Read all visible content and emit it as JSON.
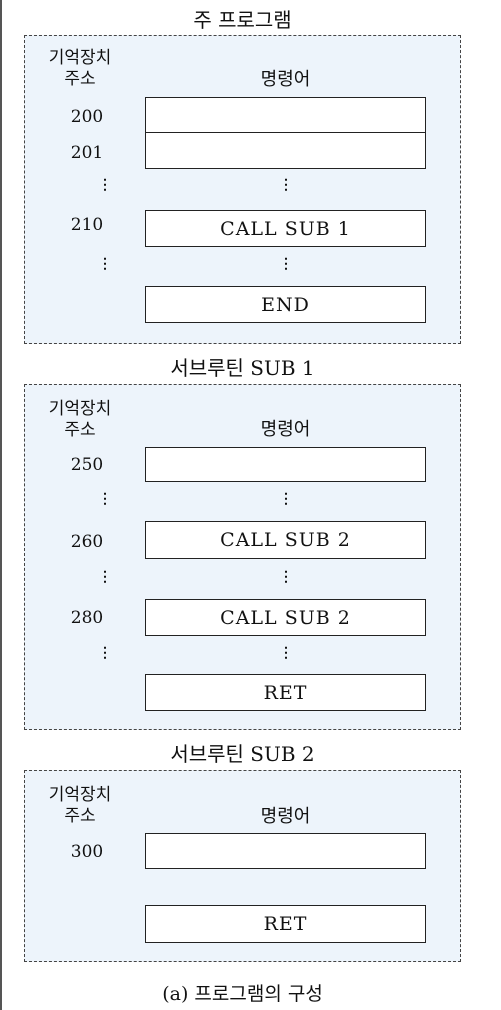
{
  "main": {
    "title": "주 프로그램",
    "addr_header_1": "기억장치",
    "addr_header_2": "주소",
    "instr_header": "명령어",
    "rows": [
      {
        "addr": "200",
        "instr": ""
      },
      {
        "addr": "201",
        "instr": ""
      },
      {
        "addr": "210",
        "instr": "CALL SUB 1"
      },
      {
        "addr": "",
        "instr": "END"
      }
    ]
  },
  "sub1": {
    "title": "서브루틴 SUB 1",
    "addr_header_1": "기억장치",
    "addr_header_2": "주소",
    "instr_header": "명령어",
    "rows": [
      {
        "addr": "250",
        "instr": ""
      },
      {
        "addr": "260",
        "instr": "CALL SUB 2"
      },
      {
        "addr": "280",
        "instr": "CALL SUB 2"
      },
      {
        "addr": "",
        "instr": "RET"
      }
    ]
  },
  "sub2": {
    "title": "서브루틴 SUB 2",
    "addr_header_1": "기억장치",
    "addr_header_2": "주소",
    "instr_header": "명령어",
    "rows": [
      {
        "addr": "300",
        "instr": ""
      },
      {
        "addr": "",
        "instr": "RET"
      }
    ]
  },
  "caption": "(a) 프로그램의 구성",
  "ellipsis": "⋮"
}
